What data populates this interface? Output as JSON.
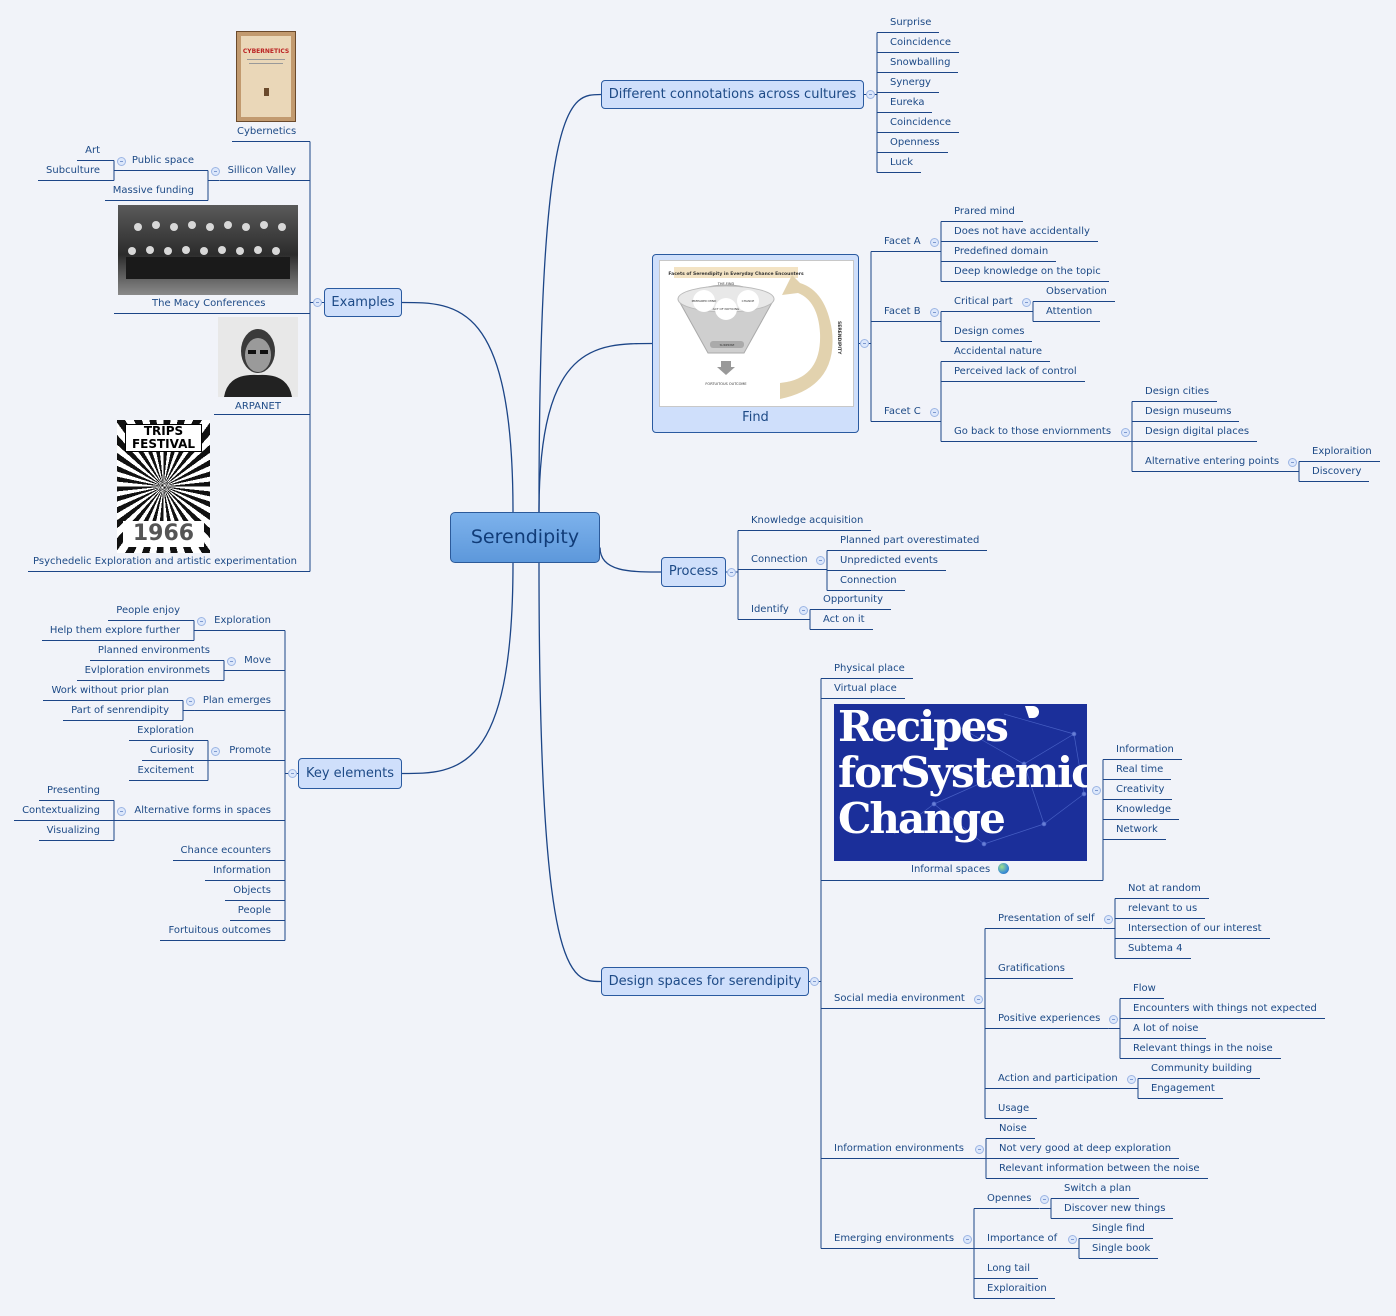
{
  "central_topic": "Serendipity",
  "connotations": {
    "label": "Different connotations across cultures",
    "items": [
      "Surprise",
      "Coincidence",
      "Snowballing",
      "Synergy",
      "Eureka",
      "Coincidence",
      "Openness",
      "Luck"
    ]
  },
  "find": {
    "label": "Find",
    "image": {
      "title": "Facets of Serendipity in Everyday Chance Encounters",
      "top": "THE FIND",
      "facet_a": "PREPARED MIND",
      "facet_b": "ACT OF NOTICING",
      "facet_c": "CHANCE",
      "surprise": "SURPRISE",
      "outcome": "FORTUITOUS OUTCOME",
      "arrow": "SERENDIPITY"
    },
    "facet_a": {
      "label": "Facet A",
      "items": [
        "Prared mind",
        "Does not have accidentally",
        "Predefined domain",
        "Deep knowledge on the topic"
      ]
    },
    "facet_b": {
      "label": "Facet B",
      "critical": {
        "label": "Critical part",
        "items": [
          "Observation",
          "Attention"
        ]
      },
      "design_comes": "Design comes"
    },
    "facet_c": {
      "label": "Facet C",
      "items": [
        "Accidental nature",
        "Perceived lack of control"
      ],
      "go_back": {
        "label": "Go back to those enviornments",
        "items": [
          "Design cities",
          "Design museums",
          "Design digital places"
        ],
        "alt": {
          "label": "Alternative entering points",
          "items": [
            "Exploraition",
            "Discovery"
          ]
        }
      }
    }
  },
  "process": {
    "label": "Process",
    "knowledge": "Knowledge acquisition",
    "connection": {
      "label": "Connection",
      "items": [
        "Planned part overestimated",
        "Unpredicted events",
        "Connection"
      ]
    },
    "identify": {
      "label": "Identify",
      "items": [
        "Opportunity",
        "Act on it"
      ]
    }
  },
  "design": {
    "label": "Design spaces for serendipity",
    "physical": "Physical place",
    "virtual": "Virtual place",
    "informal": {
      "label": "Informal spaces",
      "icon": "globe-icon",
      "image_text": [
        "Recipes",
        "forSystemic",
        "Change"
      ],
      "items": [
        "Information",
        "Real time",
        "Creativity",
        "Knowledge",
        "Network"
      ]
    },
    "social": {
      "label": "Social media environment",
      "presentation": {
        "label": "Presentation of self",
        "items": [
          "Not at random",
          "relevant to us",
          "Intersection of our interest",
          "Subtema 4"
        ]
      },
      "gratifications": "Gratifications",
      "positive": {
        "label": "Positive experiences",
        "items": [
          "Flow",
          "Encounters with things not expected",
          "A lot of noise",
          "Relevant things in the noise"
        ]
      },
      "action": {
        "label": "Action and participation",
        "items": [
          "Community building",
          "Engagement"
        ]
      },
      "usage": "Usage"
    },
    "information": {
      "label": "Information environments",
      "items": [
        "Noise",
        "Not very good at deep exploration",
        "Relevant information between the noise"
      ]
    },
    "emerging": {
      "label": "Emerging environments",
      "openness": {
        "label": "Opennes",
        "items": [
          "Switch a plan",
          "Discover new things"
        ]
      },
      "importance": {
        "label": "Importance of",
        "items": [
          "Single find",
          "Single book"
        ]
      },
      "long_tail": "Long tail",
      "exploration": "Exploraition"
    }
  },
  "examples": {
    "label": "Examples",
    "cybernetics": {
      "label": "Cybernetics",
      "cover_text": "CYBERNETICS"
    },
    "silicon": {
      "label": "Sillicon Valley",
      "public_space": {
        "label": "Public space",
        "items": [
          "Art",
          "Subculture"
        ]
      },
      "massive_funding": "Massive funding"
    },
    "macy": "The Macy Conferences",
    "arpanet": "ARPANET",
    "psychedelic": {
      "label": "Psychedelic Exploration and artistic experimentation",
      "poster_title": "TRIPS FESTIVAL",
      "poster_year": "1966"
    }
  },
  "key": {
    "label": "Key elements",
    "exploration": {
      "label": "Exploration",
      "items": [
        "People enjoy",
        "Help them explore further"
      ]
    },
    "move": {
      "label": "Move",
      "items": [
        "Planned environments",
        "Evlploration environmets"
      ]
    },
    "plan": {
      "label": "Plan emerges",
      "items": [
        "Work without prior plan",
        "Part of senrendipity"
      ]
    },
    "promote": {
      "label": "Promote",
      "items": [
        "Exploration",
        "Curiosity",
        "Excitement"
      ]
    },
    "alternative": {
      "label": "Alternative forms in spaces",
      "items": [
        "Presenting",
        "Contextualizing",
        "Visualizing"
      ]
    },
    "others": [
      "Chance ecounters",
      "Information",
      "Objects",
      "People",
      "Fortuitous outcomes"
    ]
  },
  "colors": {
    "background": "#f1f3f9",
    "connector": "#1c4587",
    "topic_fill": "#cfdffb",
    "central_fill": "#6aa4e4",
    "text": "#1d4a86"
  }
}
